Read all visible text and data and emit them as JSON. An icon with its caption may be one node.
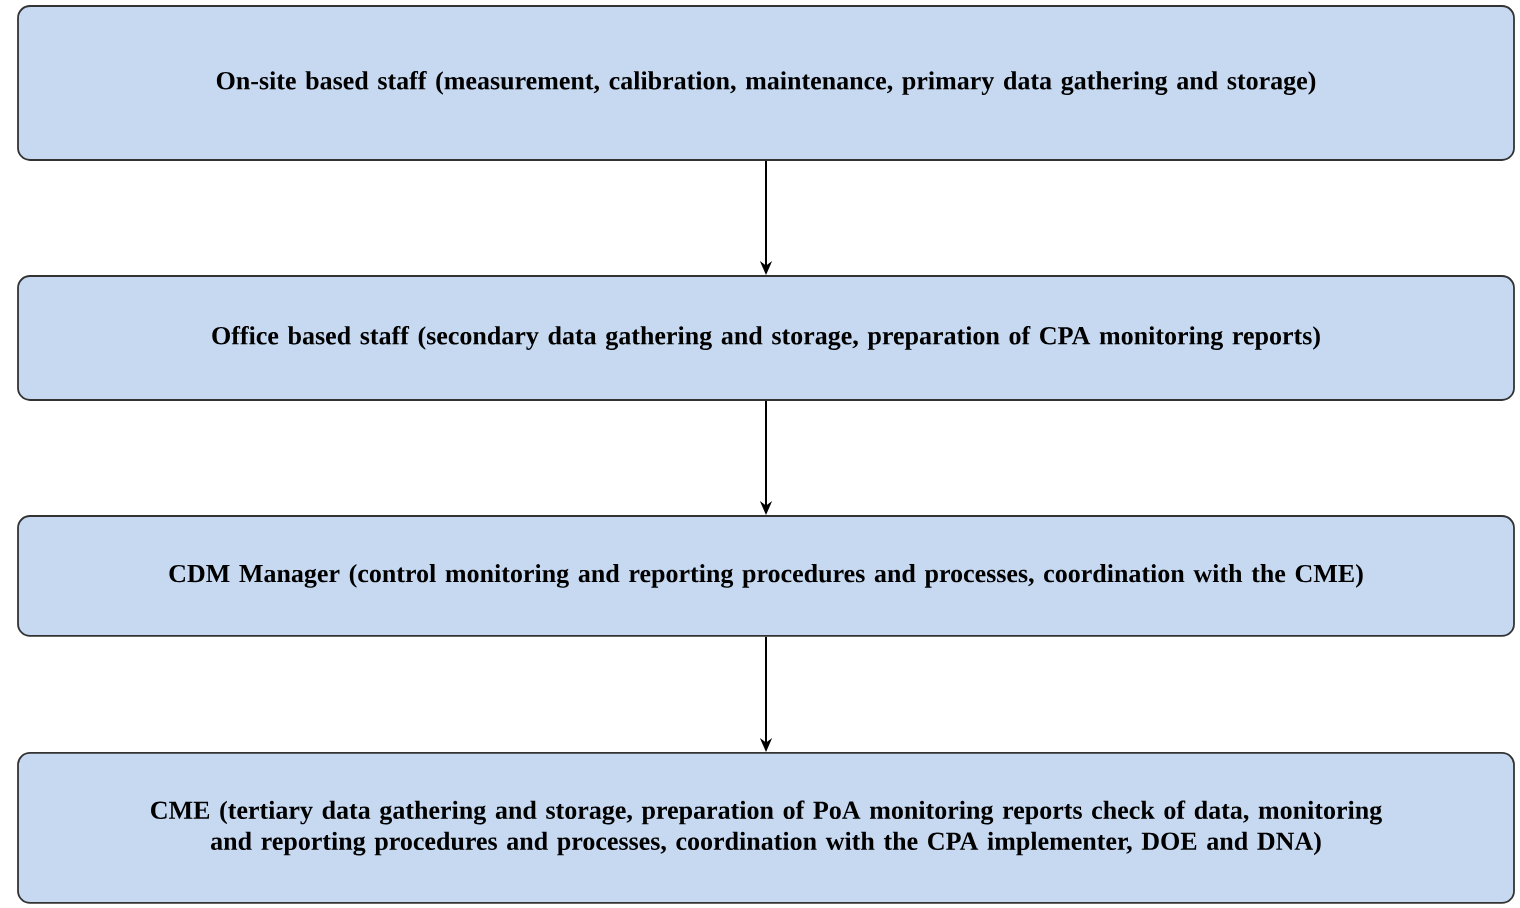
{
  "diagram": {
    "nodes": [
      {
        "text": [
          "On-site based staff (measurement, calibration, maintenance, primary data gathering and storage)"
        ]
      },
      {
        "text": [
          "Office based staff (secondary data gathering and storage, preparation of CPA monitoring reports)"
        ]
      },
      {
        "text": [
          "CDM Manager (control monitoring and reporting procedures and processes, coordination with the CME)"
        ]
      },
      {
        "text": [
          "CME (tertiary data gathering and storage, preparation of PoA monitoring reports check of data, monitoring and reporting procedures and processes, coordination with the CPA implementer, DOE and DNA)"
        ]
      }
    ],
    "edges": [
      {
        "from": 0,
        "to": 1,
        "arrow": "to"
      },
      {
        "from": 1,
        "to": 2,
        "arrow": "to"
      },
      {
        "from": 2,
        "to": 3,
        "arrow": "to"
      }
    ]
  }
}
